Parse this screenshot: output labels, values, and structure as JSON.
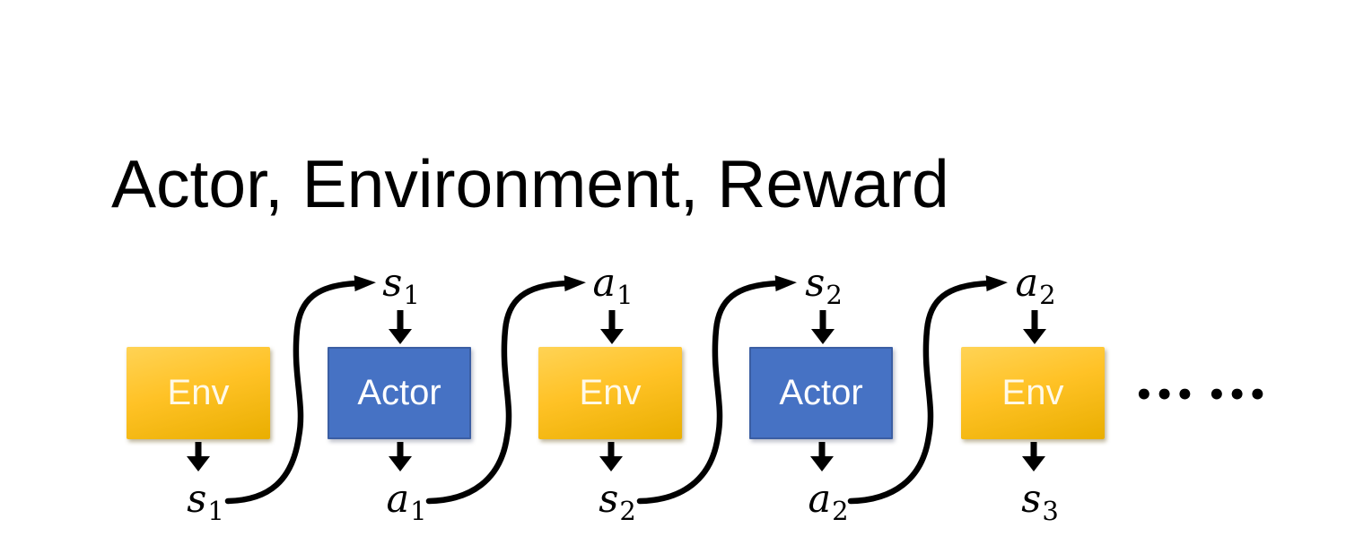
{
  "title": "Actor, Environment, Reward",
  "colors": {
    "env_top": "#FFD355",
    "env_mid": "#FFC226",
    "env_bottom": "#E9AE00",
    "env_text": "#FFF9E8",
    "actor_fill": "#4672C4",
    "actor_border": "#3B5EA3",
    "actor_text": "#FFFFFF",
    "arrow": "#000000",
    "title_text": "#000000"
  },
  "diagram": {
    "boxes": [
      {
        "label": "Env",
        "type": "env"
      },
      {
        "label": "Actor",
        "type": "actor"
      },
      {
        "label": "Env",
        "type": "env"
      },
      {
        "label": "Actor",
        "type": "actor"
      },
      {
        "label": "Env",
        "type": "env"
      }
    ],
    "top_labels": [
      {
        "base": "s",
        "sub": "1"
      },
      {
        "base": "a",
        "sub": "1"
      },
      {
        "base": "s",
        "sub": "2"
      },
      {
        "base": "a",
        "sub": "2"
      }
    ],
    "bottom_labels": [
      {
        "base": "s",
        "sub": "1"
      },
      {
        "base": "a",
        "sub": "1"
      },
      {
        "base": "s",
        "sub": "2"
      },
      {
        "base": "a",
        "sub": "2"
      },
      {
        "base": "s",
        "sub": "3"
      }
    ],
    "ellipsis": "••• •••"
  }
}
